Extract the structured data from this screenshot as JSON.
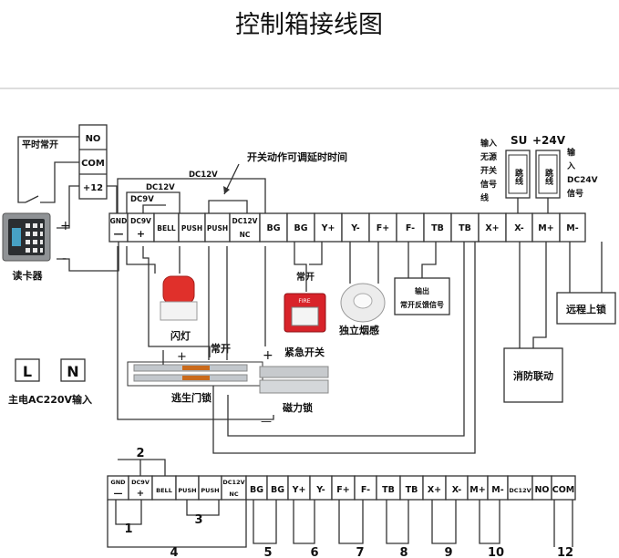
{
  "title": "控制箱接线图",
  "colors": {
    "title": "#b0182b",
    "line": "#333333",
    "strobe": "#e0302b",
    "alarm_box": "#d8232a"
  },
  "reader": {
    "label": "读卡器",
    "mode_label": "平时常开",
    "terminals": [
      "NO",
      "COM",
      "+12"
    ],
    "plus": "+",
    "minus": "-"
  },
  "main_terminals": [
    {
      "top": "GND",
      "bottom": "—"
    },
    {
      "top": "DC9V",
      "bottom": "+"
    },
    {
      "top": "BELL",
      "bottom": ""
    },
    {
      "top": "PUSH",
      "bottom": ""
    },
    {
      "top": "PUSH",
      "bottom": ""
    },
    {
      "top": "DC12V",
      "bottom": "NC"
    },
    {
      "top": "BG",
      "bottom": ""
    },
    {
      "top": "BG",
      "bottom": ""
    },
    {
      "top": "Y+",
      "bottom": ""
    },
    {
      "top": "Y-",
      "bottom": ""
    },
    {
      "top": "F+",
      "bottom": ""
    },
    {
      "top": "F-",
      "bottom": ""
    },
    {
      "top": "TB",
      "bottom": ""
    },
    {
      "top": "TB",
      "bottom": ""
    },
    {
      "top": "X+",
      "bottom": ""
    },
    {
      "top": "X-",
      "bottom": ""
    },
    {
      "top": "M+",
      "bottom": ""
    },
    {
      "top": "M-",
      "bottom": ""
    }
  ],
  "wire_labels": {
    "dc12v_top": "DC12V",
    "dc12v_mid": "DC12V",
    "dc9v": "DC9V",
    "delay_note": "开关动作可调延时时间"
  },
  "input_note": [
    "输入",
    "无源",
    "开关",
    "信号",
    "线"
  ],
  "jumper": {
    "su": "SU",
    "v24": "+24V",
    "label": "跳线",
    "note": [
      "输",
      "入",
      "DC24V",
      "信号"
    ]
  },
  "power": {
    "l": "L",
    "n": "N",
    "label": "主电AC220V输入"
  },
  "devices": {
    "strobe": "闪灯",
    "exit_lock": "逃生门锁",
    "exit_lock_mode": "常开",
    "alarm_mode": "常开",
    "alarm_button": "紧急开关",
    "alarm_face": "FIRE",
    "smoke": "独立烟感",
    "feedback": [
      "输出",
      "常开反馈信号"
    ],
    "remote_lock": "远程上锁",
    "fire_link": "消防联动",
    "maglock": "磁力锁",
    "minus": "—",
    "plus": "+"
  },
  "bottom": {
    "terminals": [
      {
        "top": "GND",
        "bottom": "—"
      },
      {
        "top": "DC9V",
        "bottom": "+"
      },
      {
        "top": "BELL",
        "bottom": ""
      },
      {
        "top": "PUSH",
        "bottom": ""
      },
      {
        "top": "PUSH",
        "bottom": ""
      },
      {
        "top": "DC12V",
        "bottom": "NC"
      },
      {
        "top": "BG",
        "bottom": ""
      },
      {
        "top": "BG",
        "bottom": ""
      },
      {
        "top": "Y+",
        "bottom": ""
      },
      {
        "top": "Y-",
        "bottom": ""
      },
      {
        "top": "F+",
        "bottom": ""
      },
      {
        "top": "F-",
        "bottom": ""
      },
      {
        "top": "TB",
        "bottom": ""
      },
      {
        "top": "TB",
        "bottom": ""
      },
      {
        "top": "X+",
        "bottom": ""
      },
      {
        "top": "X-",
        "bottom": ""
      },
      {
        "top": "M+",
        "bottom": ""
      },
      {
        "top": "M-",
        "bottom": ""
      },
      {
        "top": "DC12V",
        "bottom": ""
      },
      {
        "top": "NO",
        "bottom": ""
      },
      {
        "top": "COM",
        "bottom": ""
      }
    ],
    "numbers": [
      "1",
      "2",
      "3",
      "4",
      "5",
      "6",
      "7",
      "8",
      "9",
      "10",
      "12"
    ]
  }
}
